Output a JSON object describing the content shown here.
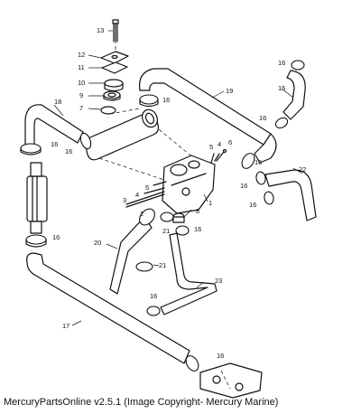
{
  "caption": "MercuryPartsOnline v2.5.1 (Image Copyright- Mercury Marine)",
  "callouts": {
    "n1": "1",
    "n2": "2",
    "n3": "3",
    "n4": "4",
    "n4b": "4",
    "n5": "5",
    "n5b": "5",
    "n6": "6",
    "n7": "7",
    "n8": "8",
    "n9": "9",
    "n10": "10",
    "n11": "11",
    "n12": "12",
    "n13": "13",
    "n15": "15",
    "n16a": "16",
    "n16b": "16",
    "n16c": "16",
    "n16d": "16",
    "n16e": "16",
    "n16f": "16",
    "n16g": "16",
    "n16h": "16",
    "n16i": "16",
    "n16j": "16",
    "n16k": "16",
    "n16l": "16",
    "n17": "17",
    "n18": "18",
    "n19": "19",
    "n20": "20",
    "n21a": "21",
    "n21b": "21",
    "n22": "22",
    "n23": "23"
  }
}
